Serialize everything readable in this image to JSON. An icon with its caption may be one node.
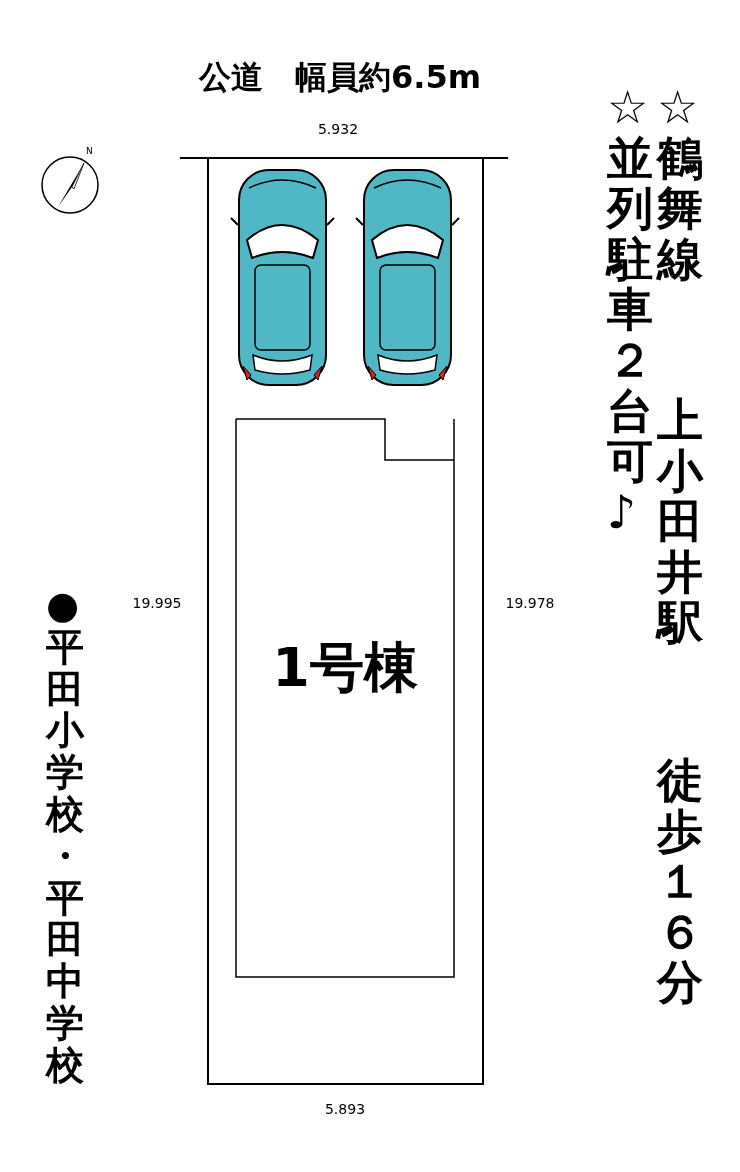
{
  "diagram": {
    "title": "公道　幅員約6.5m",
    "nodes": [
      {
        "text": [],
        "shape": "box"
      },
      {
        "text": [
          "1号棟"
        ],
        "in": 0
      }
    ],
    "labels": [
      "N",
      "5.932",
      "☆鶴舞線",
      "上小田井駅",
      "徒歩１６分",
      "☆並列駐車２台可♪",
      "19.995",
      "19.978",
      "●平田小学校・平田中学校",
      "5.893"
    ]
  }
}
